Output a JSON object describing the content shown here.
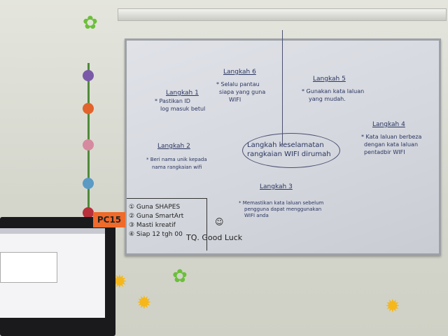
{
  "whiteboard": {
    "center": [
      "Langkah keselamatan",
      "rangkaian WIFI dirumah"
    ],
    "steps": [
      {
        "title": "Langkah 1",
        "lines": [
          "* Pastikan ID",
          "log masuk betul"
        ]
      },
      {
        "title": "Langkah 2",
        "lines": [
          "* Beri nama unik kepada",
          "nama rangkaian wifi"
        ]
      },
      {
        "title": "Langkah 3",
        "lines": [
          "* Memastikan kata laluan sebelum",
          "pengguna dapat menggunakan",
          "WIFI anda"
        ]
      },
      {
        "title": "Langkah 4",
        "lines": [
          "* Kata laluan berbeza",
          "dengan kata laluan",
          "pentadbir WIFI"
        ]
      },
      {
        "title": "Langkah 5",
        "lines": [
          "* Gunakan kata laluan",
          "yang mudah."
        ]
      },
      {
        "title": "Langkah 6",
        "lines": [
          "* Selalu pantau",
          "siapa yang guna",
          "WIFI"
        ]
      }
    ],
    "tasks": [
      "① Guna SHAPES",
      "② Guna SmartArt",
      "③ Masti kreatif",
      "④ Siap 12 tgh 00"
    ],
    "signoff": "TQ. Good Luck",
    "smiley": "☺"
  },
  "pc_label": "PC15"
}
